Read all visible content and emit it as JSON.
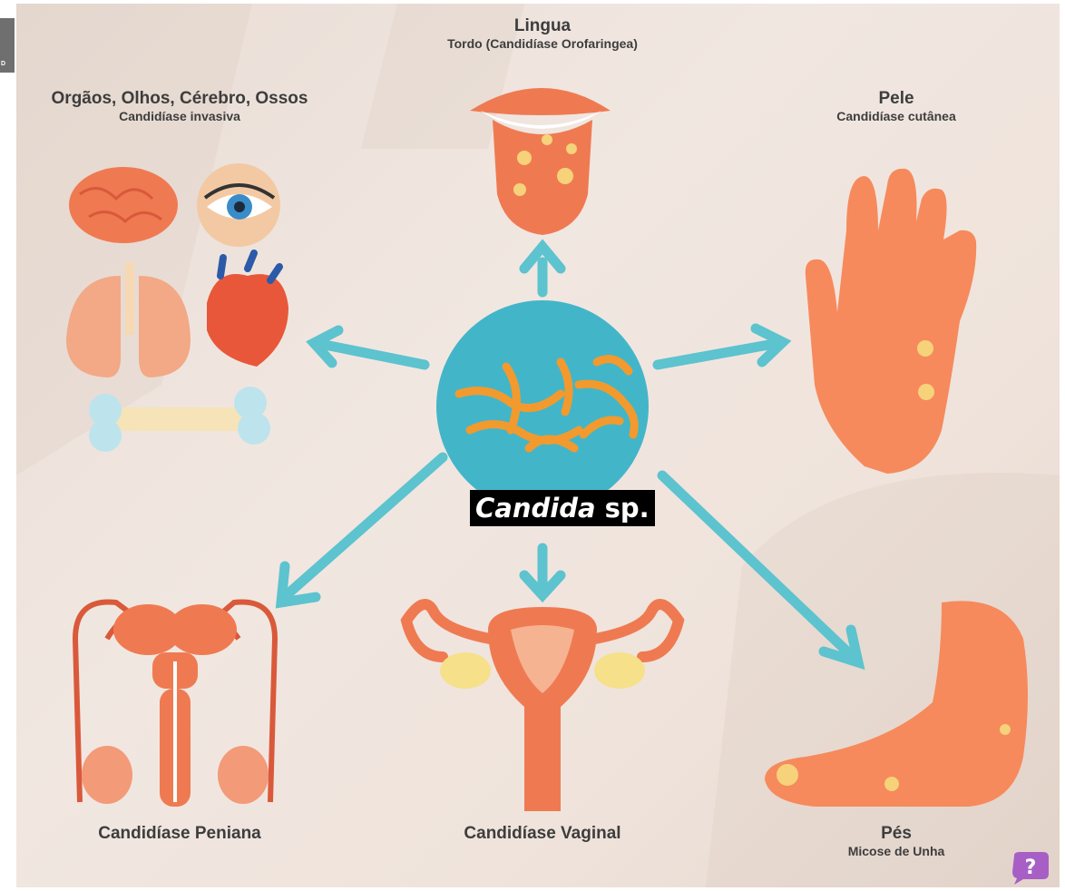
{
  "center": {
    "organism_italic": "Candida",
    "organism_suffix": " sp."
  },
  "nodes": {
    "lingua": {
      "title": "Lingua",
      "subtitle": "Tordo (Candidíase Orofaringea)"
    },
    "orgaos": {
      "title": "Orgãos, Olhos, Cérebro, Ossos",
      "subtitle": "Candidíase invasiva"
    },
    "pele": {
      "title": "Pele",
      "subtitle": "Candidíase cutânea"
    },
    "peniana": {
      "title": "Candidíase Peniana"
    },
    "vaginal": {
      "title": "Candidíase Vaginal"
    },
    "pes": {
      "title": "Pés",
      "subtitle": "Micose de Unha"
    }
  },
  "corner_badge": "D",
  "colors": {
    "arrow": "#5cc3cf",
    "hub": "#43b5c9",
    "hyphae": "#f29a2e",
    "organ": "#ef7a52",
    "organ_dark": "#d9593a",
    "help": "#a75fc6"
  },
  "icons": [
    "brain-icon",
    "eye-icon",
    "lungs-icon",
    "heart-icon",
    "bone-icon",
    "mouth-tongue-icon",
    "hand-icon",
    "foot-icon",
    "male-reproductive-icon",
    "uterus-icon",
    "help-icon"
  ]
}
